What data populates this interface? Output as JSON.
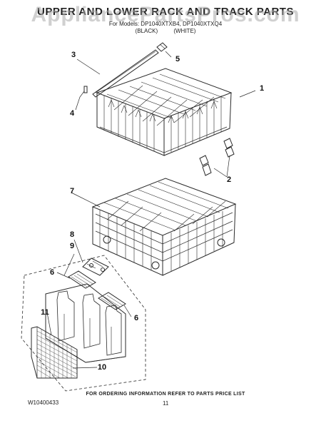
{
  "header": {
    "title": "UPPER AND LOWER RACK AND TRACK PARTS",
    "models_line": "For Models: DP1040XTXB4, DP1040XTXQ4",
    "color_black": "(BLACK)",
    "color_white": "(WHITE)",
    "watermark": "AppliancePartsPros.com"
  },
  "callouts": [
    "1",
    "2",
    "3",
    "4",
    "5",
    "6",
    "6",
    "7",
    "8",
    "9",
    "10",
    "11"
  ],
  "footer": {
    "note": "FOR ORDERING INFORMATION REFER TO PARTS PRICE LIST",
    "doc_number": "W10400433",
    "page_number": "11"
  },
  "colors": {
    "line": "#2a2a2a",
    "text": "#111111",
    "watermark": "#aaaaaa"
  }
}
